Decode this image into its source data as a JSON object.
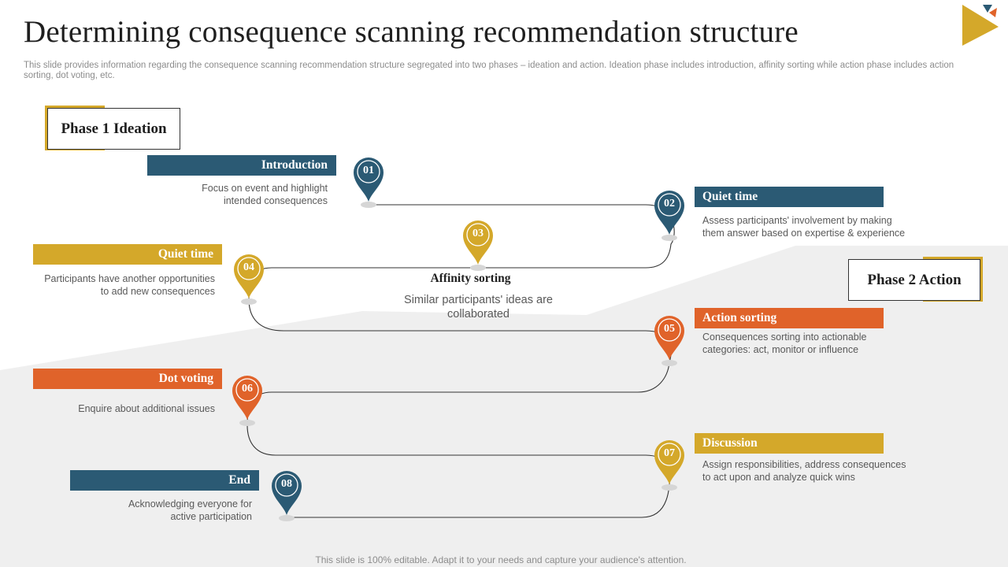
{
  "title": "Determining consequence scanning recommendation structure",
  "subtitle": "This slide provides information regarding the consequence scanning recommendation structure segregated into two phases – ideation and action. Ideation phase includes introduction, affinity sorting while action phase includes action sorting, dot voting, etc.",
  "footer": "This slide is 100% editable. Adapt it to your needs and capture your audience's attention.",
  "phases": {
    "phase1": "Phase 1 Ideation",
    "phase2": "Phase 2 Action"
  },
  "colors": {
    "blue": "#2b5a74",
    "gold": "#d4a82a",
    "orange": "#e0632a"
  },
  "steps": [
    {
      "num": "01",
      "title": "Introduction",
      "desc1": "Focus on event and highlight",
      "desc2": "intended consequences",
      "color": "blue"
    },
    {
      "num": "02",
      "title": "Quiet time",
      "desc1": "Assess participants' involvement  by making",
      "desc2": "them answer based on expertise & experience",
      "color": "blue"
    },
    {
      "num": "03",
      "title": "Affinity sorting",
      "desc1": "Similar participants' ideas are",
      "desc2": "collaborated",
      "color": "gold"
    },
    {
      "num": "04",
      "title": "Quiet time",
      "desc1": "Participants have another opportunities",
      "desc2": "to add new consequences",
      "color": "gold"
    },
    {
      "num": "05",
      "title": "Action sorting",
      "desc1": "Consequences sorting into actionable",
      "desc2": "categories: act, monitor or influence",
      "color": "orange"
    },
    {
      "num": "06",
      "title": "Dot voting",
      "desc1": "Enquire about additional issues",
      "desc2": "",
      "color": "orange"
    },
    {
      "num": "07",
      "title": "Discussion",
      "desc1": "Assign responsibilities, address consequences",
      "desc2": "to act upon and analyze quick wins",
      "color": "gold"
    },
    {
      "num": "08",
      "title": "End",
      "desc1": "Acknowledging everyone for",
      "desc2": "active participation",
      "color": "blue"
    }
  ]
}
